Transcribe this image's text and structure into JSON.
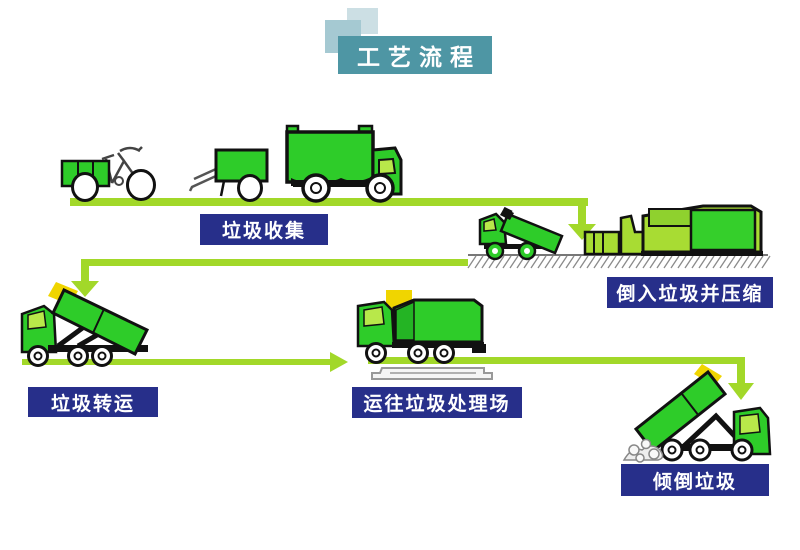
{
  "title": {
    "text": "工艺流程"
  },
  "stages": [
    {
      "id": "collection",
      "label": "垃圾收集",
      "icons": [
        "tricycle-icon",
        "handcart-icon",
        "dump-truck-icon"
      ]
    },
    {
      "id": "compression",
      "label": "倒入垃圾并压缩",
      "icons": [
        "tipper-truck-icon",
        "compactor-icon",
        "hatched-ground"
      ]
    },
    {
      "id": "transfer",
      "label": "垃圾转运",
      "icons": [
        "hooklift-truck-icon"
      ]
    },
    {
      "id": "transport",
      "label": "运往垃圾处理场",
      "icons": [
        "garbage-truck-icon",
        "weighbridge-icon"
      ]
    },
    {
      "id": "dumping",
      "label": "倾倒垃圾",
      "icons": [
        "rear-dump-truck-icon",
        "rubble-icon"
      ]
    }
  ],
  "colors": {
    "title_bg": "#4e96a4",
    "deco_square_light": "#ccdfe4",
    "deco_square_mid": "#a5c9d2",
    "label_bg": "#272f8a",
    "label_text": "#ffffff",
    "arrow_green": "#a2d829",
    "vehicle_green": "#2ecc29",
    "machine_green": "#a8dc33",
    "cab_window_green": "#b8e84a",
    "accent_yellow": "#f0d500",
    "outline_black": "#111111",
    "ground_hatch_gray": "#8a8a8a",
    "background": "#ffffff"
  }
}
